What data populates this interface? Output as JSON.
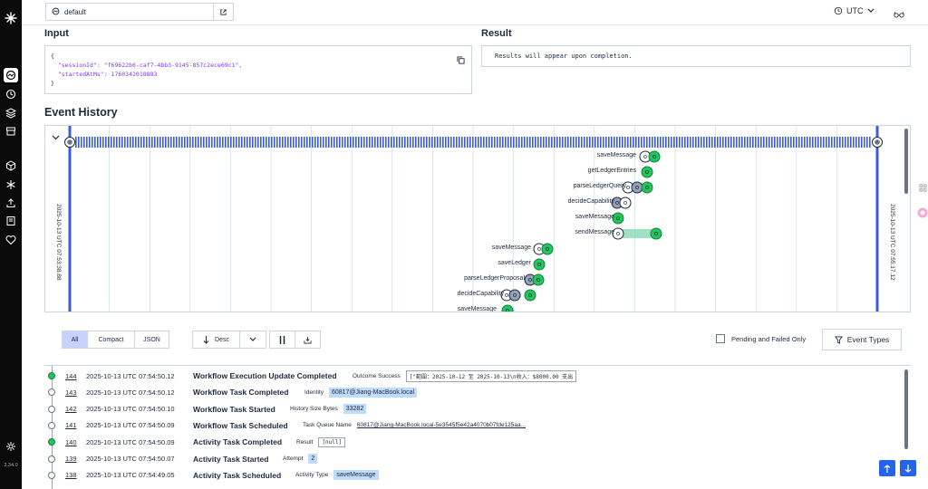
{
  "app": {
    "version": "2.34.0"
  },
  "nav": {
    "items": [
      "workflows-icon",
      "history-icon",
      "stack-icon",
      "archive-icon",
      "cube-icon",
      "asterisk-icon",
      "upload-icon",
      "notebook-icon",
      "heart-icon",
      "settings-icon"
    ]
  },
  "topbar": {
    "namespace": "default",
    "timezone": "UTC"
  },
  "input": {
    "heading": "Input",
    "lines": [
      "{",
      "  \"sessionId\": \"f69622b6-caf7-4bb3-9145-857c2ece69c1\",",
      "  \"startedAtMs\": 1760342018883",
      "}"
    ]
  },
  "result": {
    "heading": "Result",
    "text": "Results will appear upon completion."
  },
  "history": {
    "heading": "Event History",
    "start_label": "2025-10-13 UTC 07:53:38.88",
    "end_label": "2025-10-13 UTC 07:55:17.12",
    "timeline_events": [
      "saveMessage",
      "getLedgerEntries",
      "parseLedgerQuery",
      "decideCapability",
      "saveMessage",
      "sendMessage",
      "saveMessage",
      "saveLedger",
      "parseLedgerProposal",
      "decideCapability",
      "saveMessage"
    ]
  },
  "controls": {
    "view_modes": [
      "All",
      "Compact",
      "JSON"
    ],
    "active_view": "All",
    "sort_label": "Desc",
    "pending_label": "Pending and Failed Only",
    "event_types_label": "Event Types"
  },
  "rows": [
    {
      "id": "144",
      "ts": "2025-10-13 UTC 07:54:50.12",
      "event": "Workflow Execution Update Completed",
      "attr_key": "Outcome Success",
      "attr_val": "[\"範圍：2025-10-12 至 2025-10-13\\n收入：$8000.00  支出",
      "style": "box",
      "dot": "g"
    },
    {
      "id": "143",
      "ts": "2025-10-13 UTC 07:54:50.12",
      "event": "Workflow Task Completed",
      "attr_key": "Identity",
      "attr_val": "60817@Jiang-MacBook.local",
      "style": "chip",
      "dot": "w"
    },
    {
      "id": "142",
      "ts": "2025-10-13 UTC 07:54:50.10",
      "event": "Workflow Task Started",
      "attr_key": "History Size Bytes",
      "attr_val": "33282",
      "style": "chip",
      "dot": "w"
    },
    {
      "id": "141",
      "ts": "2025-10-13 UTC 07:54:50.09",
      "event": "Workflow Task Scheduled",
      "attr_key": "Task Queue Name",
      "attr_val": "60817@Jiang-MacBook.local-5e3545f5e42a4070b07fde125aa...",
      "style": "link",
      "dot": "w"
    },
    {
      "id": "140",
      "ts": "2025-10-13 UTC 07:54:50.09",
      "event": "Activity Task Completed",
      "attr_key": "Result",
      "attr_val": "[null]",
      "style": "box",
      "dot": "g"
    },
    {
      "id": "139",
      "ts": "2025-10-13 UTC 07:54:50.07",
      "event": "Activity Task Started",
      "attr_key": "Attempt",
      "attr_val": "2",
      "style": "chip",
      "dot": "w"
    },
    {
      "id": "138",
      "ts": "2025-10-13 UTC 07:54:49.05",
      "event": "Activity Task Scheduled",
      "attr_key": "Activity Type",
      "attr_val": "saveMessage",
      "style": "chip",
      "dot": "w"
    }
  ]
}
